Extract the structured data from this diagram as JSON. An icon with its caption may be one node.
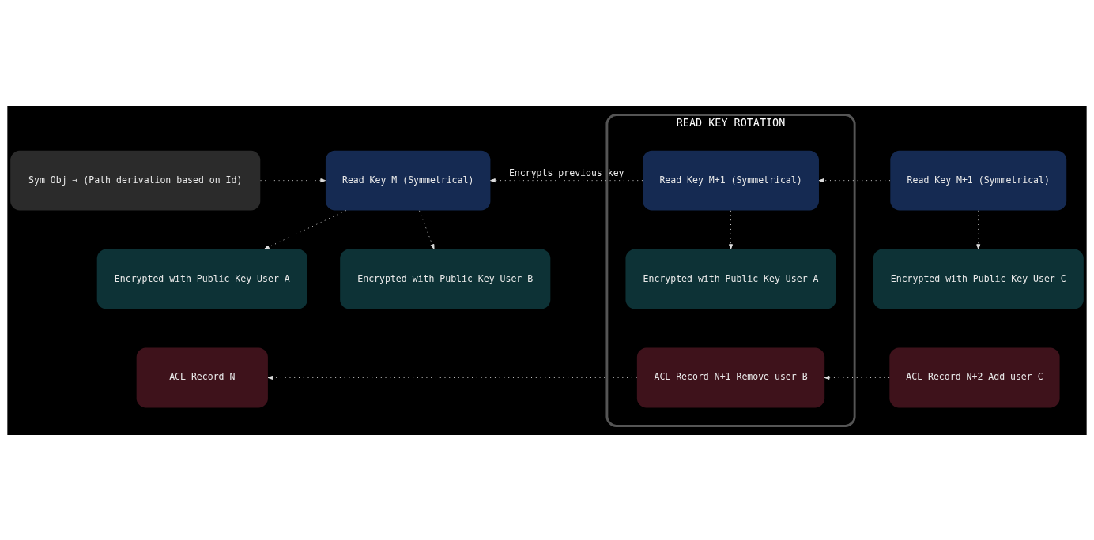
{
  "diagram": {
    "nodes": [
      {
        "text": [
          "Sym Obj → (Path derivation based on Id)"
        ]
      },
      {
        "text": [
          "Read Key M (Symmetrical)"
        ]
      },
      {
        "text": [
          "Encrypted with Public Key User A"
        ]
      },
      {
        "text": [
          "Encrypted with Public Key User B"
        ]
      },
      {
        "text": [
          "ACL Record N"
        ]
      },
      {
        "text": [
          "READ KEY ROTATION"
        ]
      },
      {
        "text": [
          "Read Key M+1 (Symmetrical)"
        ],
        "in": 5
      },
      {
        "text": [
          "Encrypted with Public Key User A"
        ],
        "in": 5
      },
      {
        "text": [
          "ACL Record N+1 Remove user B"
        ],
        "in": 5
      },
      {
        "text": [
          "Read Key M+1 (Symmetrical)"
        ]
      },
      {
        "text": [
          "Encrypted with Public Key User C"
        ]
      },
      {
        "text": [
          "ACL Record N+2 Add user C"
        ]
      }
    ],
    "edges": [
      {
        "from": 0,
        "to": 1,
        "arrow": "to"
      },
      {
        "from": 6,
        "to": 1,
        "arrow": "to",
        "label": "Encrypts previous key"
      },
      {
        "from": 9,
        "to": 6,
        "arrow": "to"
      },
      {
        "from": 1,
        "to": 2,
        "arrow": "to"
      },
      {
        "from": 1,
        "to": 3,
        "arrow": "to"
      },
      {
        "from": 6,
        "to": 7,
        "arrow": "to"
      },
      {
        "from": 9,
        "to": 10,
        "arrow": "to"
      },
      {
        "from": 8,
        "to": 4,
        "arrow": "to"
      },
      {
        "from": 11,
        "to": 8,
        "arrow": "to"
      }
    ]
  }
}
